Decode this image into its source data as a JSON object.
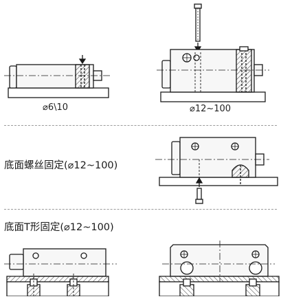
{
  "sections": {
    "top": {
      "left_caption": "⌀6\\10",
      "right_caption": "⌀12~100"
    },
    "middle": {
      "heading": "底面螺丝固定(⌀12~100)"
    },
    "bottom": {
      "heading": "底面T形固定(⌀12~100)"
    }
  },
  "colors": {
    "line": "#1a1a1a",
    "fill": "#f7f7f7",
    "hatch": "#555555",
    "separator": "#9a9a9a"
  }
}
